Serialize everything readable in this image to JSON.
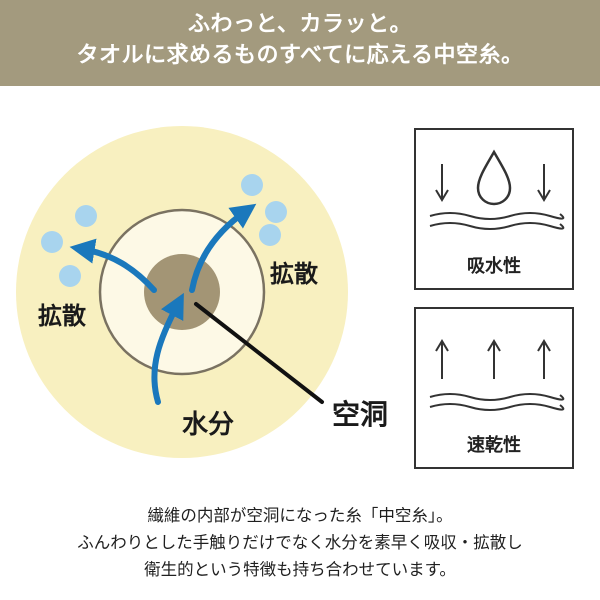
{
  "header": {
    "line1": "ふわっと、カラッと。",
    "line2": "タオルに求めるものすべてに応える中空糸。"
  },
  "diagram": {
    "label_left": "拡散",
    "label_right": "拡散",
    "label_water": "水分",
    "label_hollow": "空洞"
  },
  "features": {
    "absorb_label": "吸水性",
    "dry_label": "速乾性"
  },
  "caption": {
    "line1": "繊維の内部が空洞になった糸「中空糸」。",
    "line2": "ふんわりとした手触りだけでなく水分を素早く吸収・拡散し",
    "line3": "衛生的という特徴も持ち合わせています。"
  },
  "colors": {
    "header_bg": "#a39a7e",
    "outer_fiber": "#f8f0c0",
    "inner_ring": "#fdf9e6",
    "hollow_core": "#a39575",
    "arrow_blue": "#1a78bc",
    "droplet_blue": "#a8d4ee"
  }
}
